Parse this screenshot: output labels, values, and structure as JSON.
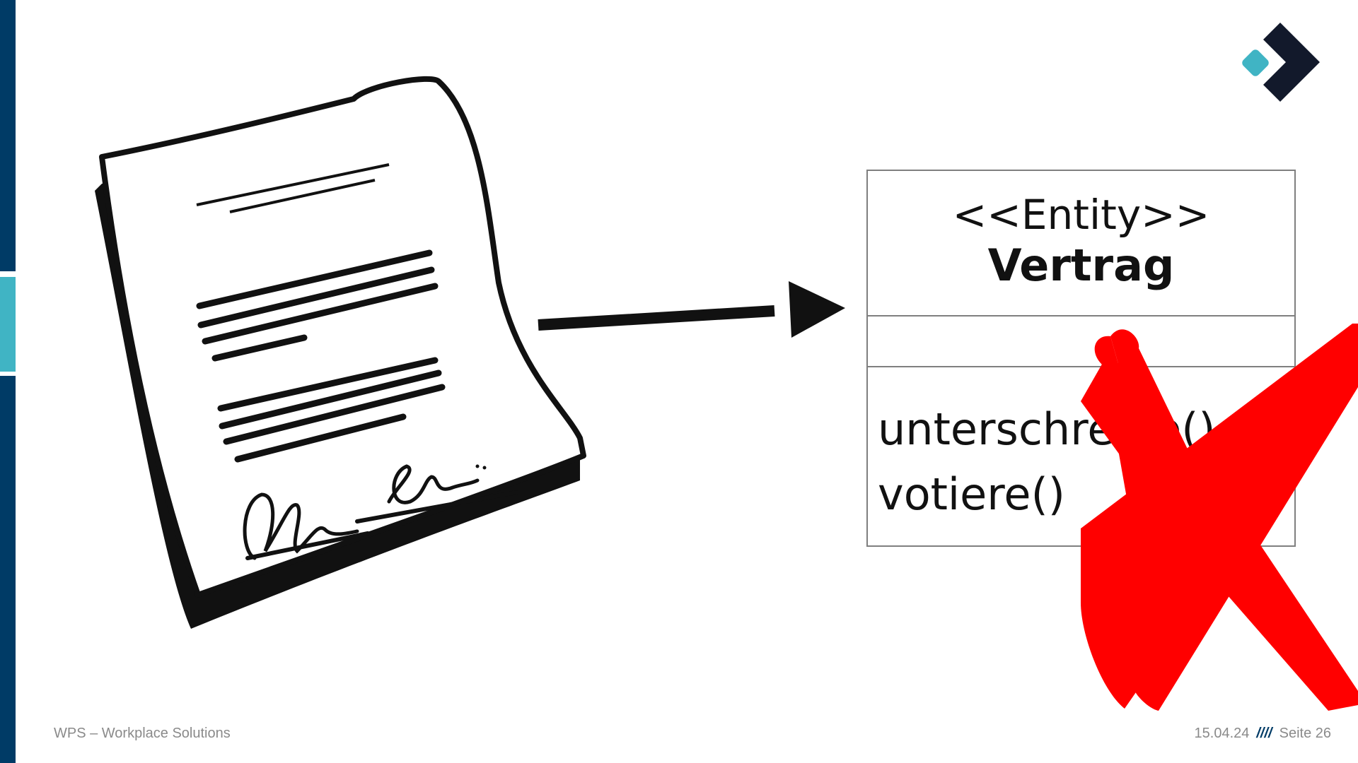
{
  "diagram": {
    "stereotype": "<<Entity>>",
    "class_name": "Vertrag",
    "attributes": [],
    "operations": [
      "unterschreibe()",
      "votiere()"
    ]
  },
  "colors": {
    "primary_navy": "#003b66",
    "accent_teal": "#40b4c4",
    "cross_red": "#ff0000",
    "ink": "#111111"
  },
  "icons": [
    "brand-logo",
    "document-sketch-icon",
    "arrow-right-icon",
    "red-cross-icon"
  ],
  "footer": {
    "company": "WPS – Workplace Solutions",
    "date": "15.04.24",
    "separator": "////",
    "page": "Seite 26"
  }
}
